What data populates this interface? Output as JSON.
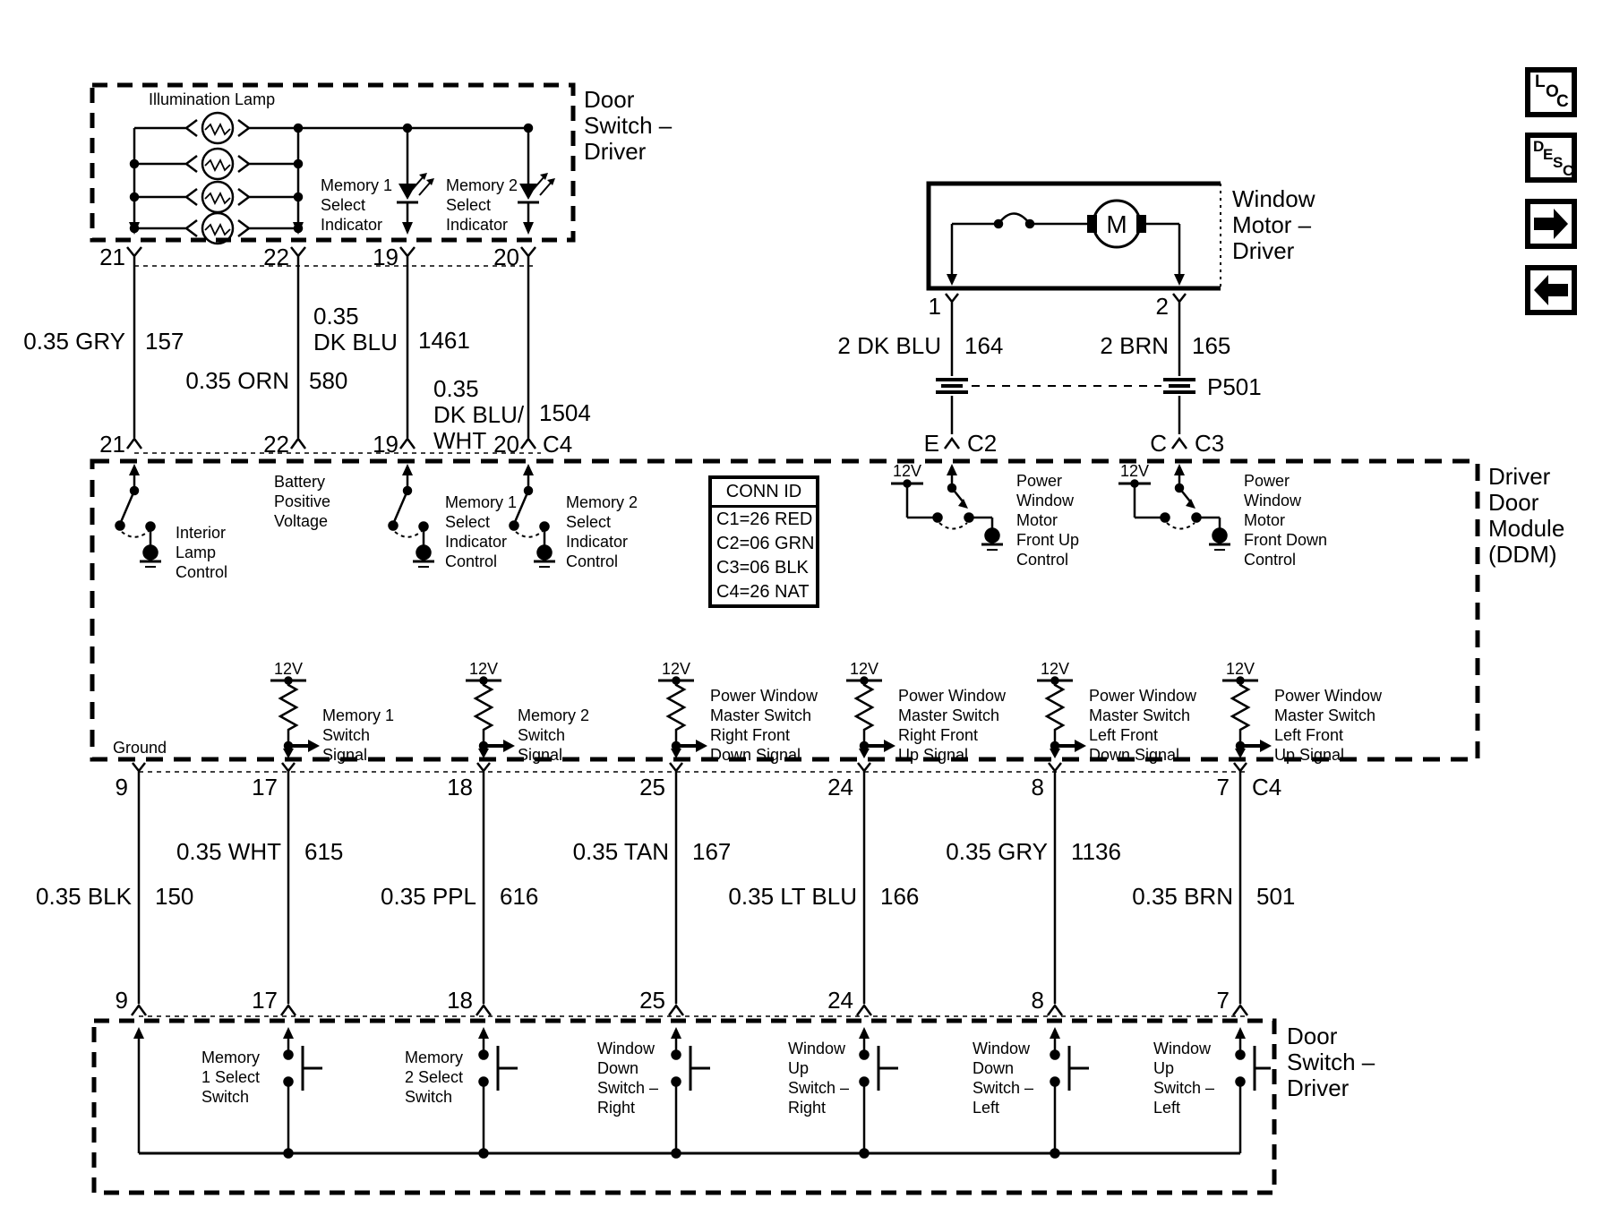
{
  "colors": {
    "line": "#000000",
    "background": "#ffffff"
  },
  "nav": {
    "loc": [
      "L",
      "O",
      "C"
    ],
    "desc": [
      "D",
      "E",
      "S",
      "C"
    ]
  },
  "top_door_switch": {
    "title": "Door\nSwitch –\nDriver",
    "illumination_lamp_label": "Illumination Lamp",
    "memory1_indicator_label": "Memory 1\nSelect\nIndicator",
    "memory2_indicator_label": "Memory 2\nSelect\nIndicator",
    "pins_exit": [
      "21",
      "22",
      "19",
      "20"
    ]
  },
  "upper_wires": [
    {
      "label": "0.35 GRY",
      "circuit": "157"
    },
    {
      "label": "0.35 ORN",
      "circuit": "580"
    },
    {
      "label": "0.35\nDK BLU",
      "circuit": "1461"
    },
    {
      "label": "0.35\nDK BLU/\nWHT",
      "circuit": "1504"
    }
  ],
  "window_motor": {
    "title": "Window\nMotor –\nDriver",
    "motor_symbol": "M",
    "pins": [
      "1",
      "2"
    ],
    "wires": [
      {
        "label": "2 DK BLU",
        "circuit": "164"
      },
      {
        "label": "2 BRN",
        "circuit": "165"
      }
    ],
    "pass_through": "P501"
  },
  "ddm": {
    "title": "Driver\nDoor\nModule\n(DDM)",
    "entry_pins": [
      "21",
      "22",
      "19",
      "20"
    ],
    "entry_conn": "C4",
    "motor_pins": [
      {
        "pin": "E",
        "conn": "C2"
      },
      {
        "pin": "C",
        "conn": "C3"
      }
    ],
    "labels": {
      "interior_lamp": "Interior\nLamp\nControl",
      "battery": "Battery\nPositive\nVoltage",
      "memory1_indicator_control": "Memory 1\nSelect\nIndicator\nControl",
      "memory2_indicator_control": "Memory 2\nSelect\nIndicator\nControl",
      "power_window_up": "Power\nWindow\nMotor\nFront Up\nControl",
      "power_window_down": "Power\nWindow\nMotor\nFront Down\nControl",
      "ground": "Ground",
      "v12": "12V"
    },
    "conn_id_table": {
      "header": "CONN ID",
      "rows": [
        "C1=26 RED",
        "C2=06 GRN",
        "C3=06 BLK",
        "C4=26 NAT"
      ]
    },
    "signal_labels": [
      "Memory 1\nSwitch\nSignal",
      "Memory 2\nSwitch\nSignal",
      "Power Window\nMaster Switch\nRight Front\nDown Signal",
      "Power Window\nMaster Switch\nRight Front\nUp Signal",
      "Power Window\nMaster Switch\nLeft Front\nDown Signal",
      "Power Window\nMaster Switch\nLeft Front\nUp Signal"
    ],
    "exit_pins": [
      "9",
      "17",
      "18",
      "25",
      "24",
      "8",
      "7"
    ],
    "exit_conn": "C4"
  },
  "lower_wires": [
    {
      "label": "0.35 BLK",
      "circuit": "150"
    },
    {
      "label": "0.35 WHT",
      "circuit": "615"
    },
    {
      "label": "0.35 PPL",
      "circuit": "616"
    },
    {
      "label": "0.35 TAN",
      "circuit": "167"
    },
    {
      "label": "0.35 LT BLU",
      "circuit": "166"
    },
    {
      "label": "0.35 GRY",
      "circuit": "1136"
    },
    {
      "label": "0.35 BRN",
      "circuit": "501"
    }
  ],
  "bottom_door_switch": {
    "title": "Door\nSwitch –\nDriver",
    "entry_pins": [
      "9",
      "17",
      "18",
      "25",
      "24",
      "8",
      "7"
    ],
    "switch_labels": [
      "Memory\n1 Select\nSwitch",
      "Memory\n2 Select\nSwitch",
      "Window\nDown\nSwitch –\nRight",
      "Window\nUp\nSwitch –\nRight",
      "Window\nDown\nSwitch –\nLeft",
      "Window\nUp\nSwitch –\nLeft"
    ]
  }
}
